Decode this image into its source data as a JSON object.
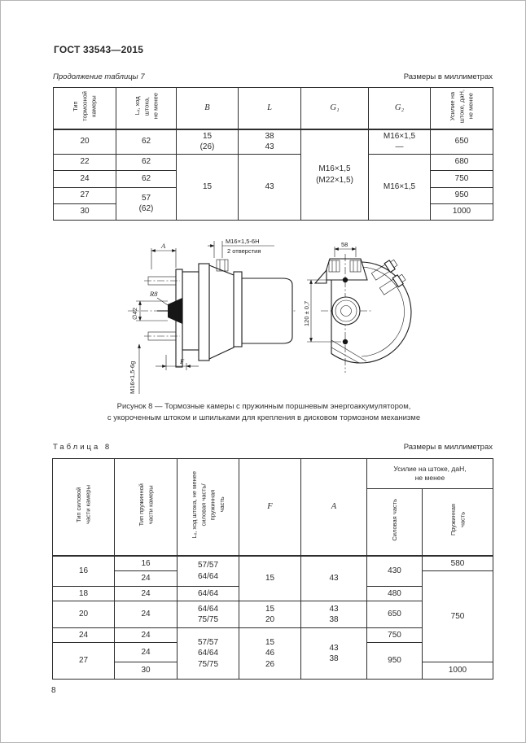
{
  "page": {
    "doc_code": "ГОСТ 33543—2015",
    "page_number": "8"
  },
  "table7": {
    "caption_left": "Продолжение таблицы 7",
    "caption_right": "Размеры в миллиметрах",
    "headers": {
      "type": "Тип\nтормозной\nкамеры",
      "stroke": "Lₓ, ход\nштока,\nне менее",
      "b": "B",
      "l": "L",
      "g1": "G₁",
      "g2": "G₂",
      "force": "Усилие на\nштоке, даН,\nне менее"
    },
    "cells": {
      "r1": {
        "type": "20",
        "stroke": "62",
        "b": "15\n(26)",
        "l": "38\n43",
        "g1": "М16×1,5\n(М22×1,5)",
        "g2": "М16×1,5\n—",
        "force": "650"
      },
      "r2": {
        "type": "22",
        "stroke": "62",
        "b": "15",
        "l": "43",
        "g2": "М16×1,5",
        "force": "680"
      },
      "r3": {
        "type": "24",
        "stroke": "62",
        "force": "750"
      },
      "r4": {
        "type": "27",
        "stroke": "57\n(62)",
        "force": "950"
      },
      "r5": {
        "type": "30",
        "force": "1000"
      }
    }
  },
  "figure": {
    "caption_line1": "Рисунок 8 — Тормозные камеры с пружинным поршневым энергоаккумулятором,",
    "caption_line2": "с укороченным штоком и шпильками для крепления в дисковом тормозном механизме",
    "labels": {
      "dim_a": "A",
      "thread_top": "М16×1,5-6Н",
      "holes": "2 отверстия",
      "dim_58": "58",
      "r8": "R8",
      "dia42": "∅42",
      "dim_120": "120 ± 0,7",
      "dim_f": "F",
      "thread_rod": "М16×1,5-6g"
    }
  },
  "table8": {
    "caption_left": "Таблица 8",
    "caption_right": "Размеры в миллиметрах",
    "headers": {
      "type_power": "Тип силовой\nчасти камеры",
      "type_spring": "Тип пружинной\nчасти камеры",
      "stroke": "Lₓ, ход штока, не менее\nсиловая часть/\nпружинная\nчасть",
      "f": "F",
      "a": "A",
      "force_group": "Усилие на штоке, даН,\nне менее",
      "force_power": "Силовая часть",
      "force_spring": "Пружинная\nчасть"
    },
    "cells": {
      "r1": {
        "c1": "16",
        "c2": "16",
        "c3": "57/57\n64/64",
        "c4": "15",
        "c5": "43",
        "c6": "430",
        "c7": "580"
      },
      "r2": {
        "c2": "24",
        "c7": "750"
      },
      "r3": {
        "c1": "18",
        "c2": "24",
        "c3": "64/64",
        "c6": "480"
      },
      "r4": {
        "c1": "20",
        "c2": "24",
        "c3": "64/64\n75/75",
        "c4": "15\n20",
        "c5": "43\n38",
        "c6": "650"
      },
      "r5": {
        "c1": "24",
        "c2": "24",
        "c3": "57/57\n64/64\n75/75",
        "c4": "15\n46\n26",
        "c5": "43\n38",
        "c6": "750"
      },
      "r6": {
        "c1": "27",
        "c2": "24",
        "c6": "950"
      },
      "r7": {
        "c2": "30",
        "c7": "1000"
      }
    }
  }
}
